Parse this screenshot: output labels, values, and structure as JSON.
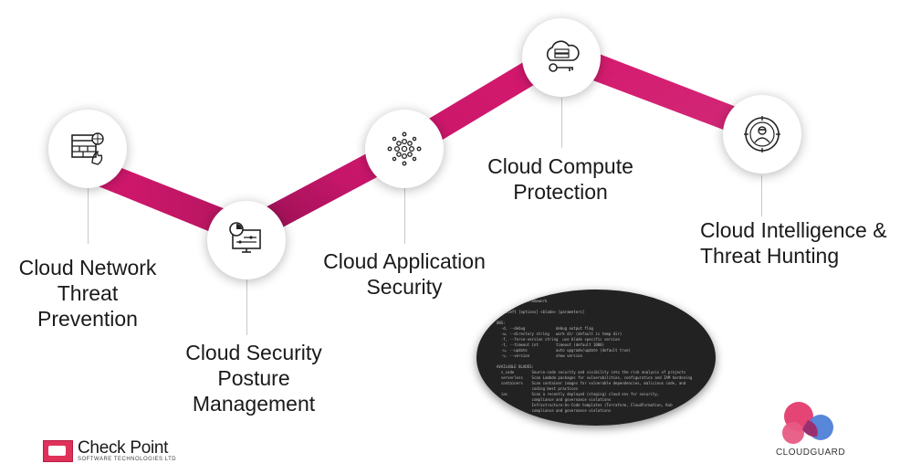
{
  "accent": "#d6186e",
  "accent_dark": "#8d0f4d",
  "steps": [
    {
      "id": "network",
      "icon": "firewall-icon",
      "lines": [
        "Cloud Network",
        "Threat",
        "Prevention"
      ]
    },
    {
      "id": "posture",
      "icon": "dashboard-monitor-icon",
      "lines": [
        "Cloud Security",
        "Posture",
        "Management"
      ]
    },
    {
      "id": "application",
      "icon": "dot-sphere-icon",
      "lines": [
        "Cloud Application",
        "Security"
      ]
    },
    {
      "id": "compute",
      "icon": "server-key-icon",
      "lines": [
        "Cloud Compute",
        "Protection"
      ]
    },
    {
      "id": "intelligence",
      "icon": "target-hacker-icon",
      "lines": [
        "Cloud Intelligence &",
        "Threat Hunting"
      ]
    }
  ],
  "terminal": {
    "lines": [
      "ShiftLeft CLI framework",
      "",
      "shiftleft [options] <blade> [parameters]",
      "",
      "ONS:",
      "  -d, --debug              debug output flag",
      "  -w, --directory string   work dir (default is temp dir)",
      "  -f, --force-version string  use blade specific version",
      "  -t, --timeout int        timeout (default 1000)",
      "  -u, --update             auto upgrade/update (default true)",
      "  -v, --version            show version",
      "",
      "AVAILABLE BLADES:",
      "  s_code        Source-code security and visibility into the risk analysis of projects",
      "  serverless    Scan Lambda packages for vulnerabilities, configuration and IAM hardening",
      "  containers    Scan container images for vulnerable dependencies, malicious code, and",
      "                coding best practices",
      "  iac           Scan a recently deployed (staging) cloud env for security,",
      "                compliance and governance violations",
      "                Infrastructure-As-Code templates (Terraform, CloudFormation, Kub",
      "                compliance and governance violations"
    ]
  },
  "brand": {
    "checkpoint_name": "Check Point",
    "checkpoint_sub": "SOFTWARE TECHNOLOGIES LTD",
    "cloudguard": "CLOUDGUARD",
    "cloudguard_colors": [
      "#e33b6d",
      "#4f7fd6",
      "#9a2f6f"
    ]
  }
}
